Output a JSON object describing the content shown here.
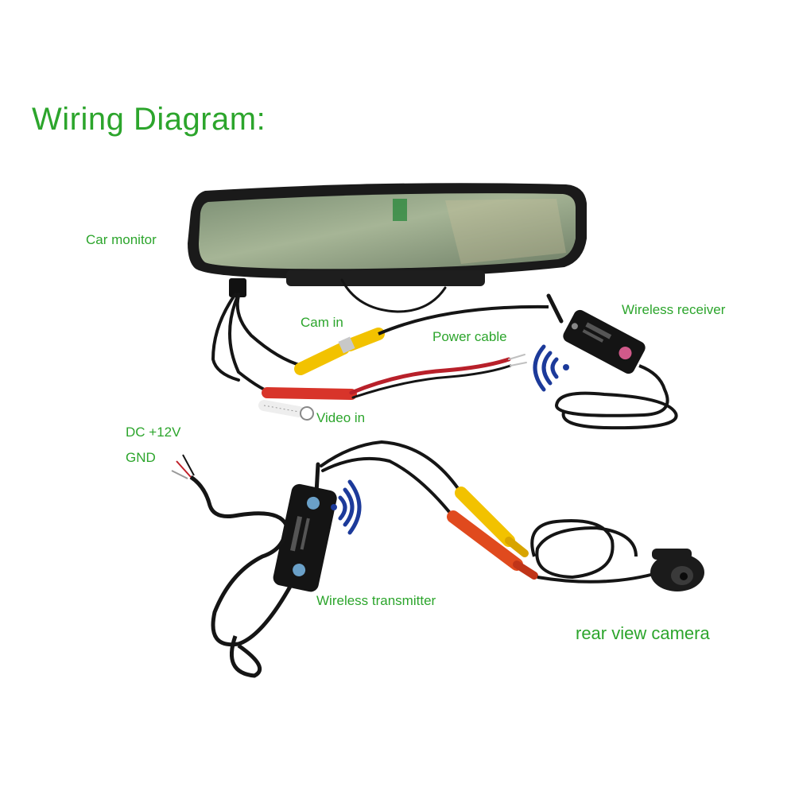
{
  "title": "Wiring Diagram:",
  "labels": {
    "car_monitor": "Car monitor",
    "cam_in": "Cam in",
    "power_cable": "Power cable",
    "wireless_receiver": "Wireless receiver",
    "video_in": "Video in",
    "dc_12v": "DC +12V",
    "gnd": "GND",
    "wireless_transmitter": "Wireless transmitter",
    "rear_view_camera": "rear view camera"
  },
  "colors": {
    "label_green": "#2ca52c",
    "cable_black": "#151515",
    "rca_yellow": "#f2c200",
    "rca_red": "#d8342a",
    "rca_white": "#eeeeee",
    "power_red": "#b8202a",
    "signal_blue": "#1c3a9a"
  },
  "icons": [
    "wifi-signal-icon",
    "wifi-signal-icon"
  ]
}
